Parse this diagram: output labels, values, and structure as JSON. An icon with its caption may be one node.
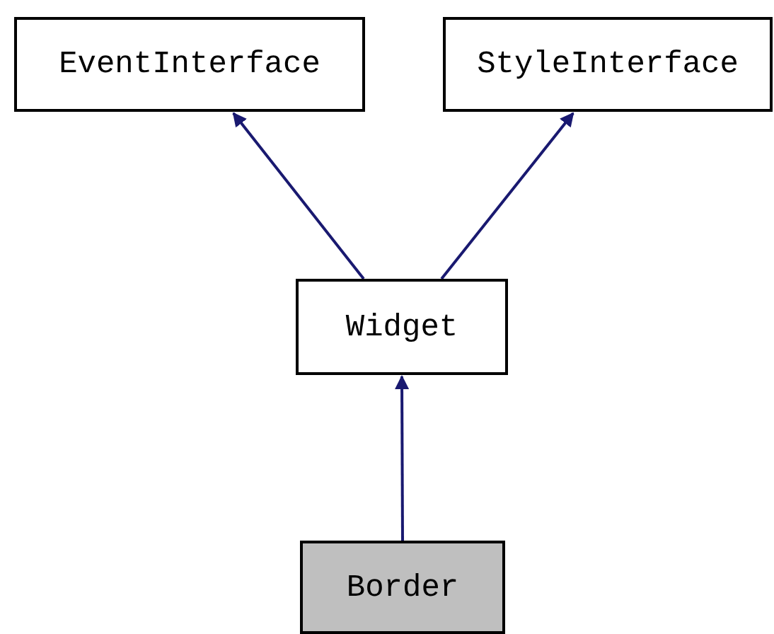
{
  "diagram": {
    "nodes": [
      {
        "text": [
          "EventInterface"
        ]
      },
      {
        "text": [
          "StyleInterface"
        ]
      },
      {
        "text": [
          "Widget"
        ]
      },
      {
        "text": [
          "Border"
        ]
      }
    ],
    "edges": [
      {
        "from": 2,
        "to": 0,
        "arrow": "to"
      },
      {
        "from": 2,
        "to": 1,
        "arrow": "to"
      },
      {
        "from": 3,
        "to": 2,
        "arrow": "to"
      }
    ]
  }
}
